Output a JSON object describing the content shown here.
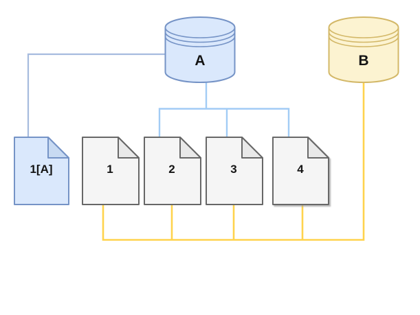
{
  "diagram": {
    "databases": [
      {
        "id": "a",
        "label": "A"
      },
      {
        "id": "b",
        "label": "B"
      }
    ],
    "documents": [
      {
        "id": "1a",
        "label": "1[A]"
      },
      {
        "id": "1",
        "label": "1"
      },
      {
        "id": "2",
        "label": "2"
      },
      {
        "id": "3",
        "label": "3"
      },
      {
        "id": "4",
        "label": "4"
      }
    ],
    "connections": [
      {
        "from": "A",
        "to": "1[A]",
        "color": "blue-gray"
      },
      {
        "from": "A",
        "to": "2",
        "color": "light-blue"
      },
      {
        "from": "A",
        "to": "3",
        "color": "light-blue"
      },
      {
        "from": "A",
        "to": "4",
        "color": "light-blue"
      },
      {
        "from": "B",
        "to": "1",
        "color": "yellow"
      },
      {
        "from": "B",
        "to": "2",
        "color": "yellow"
      },
      {
        "from": "B",
        "to": "3",
        "color": "yellow"
      },
      {
        "from": "B",
        "to": "4",
        "color": "yellow"
      }
    ]
  },
  "colors": {
    "canvas_bg": "#ffffff",
    "db_a_fill": "#dae8fc",
    "db_a_stroke": "#7593c6",
    "db_b_fill": "#fcf3d1",
    "db_b_stroke": "#d3b868",
    "doc_blue_fill": "#dae8fc",
    "doc_blue_flap": "#c8daf2",
    "doc_blue_stroke": "#7593c6",
    "doc_gray_fill": "#f5f5f5",
    "doc_gray_flap": "#e9e9e9",
    "doc_gray_stroke": "#676767",
    "link_bluegray": "#a6bbde",
    "link_lightblue": "#a2ccf5",
    "link_yellow": "#ffd34d",
    "label_color": "#141414"
  }
}
